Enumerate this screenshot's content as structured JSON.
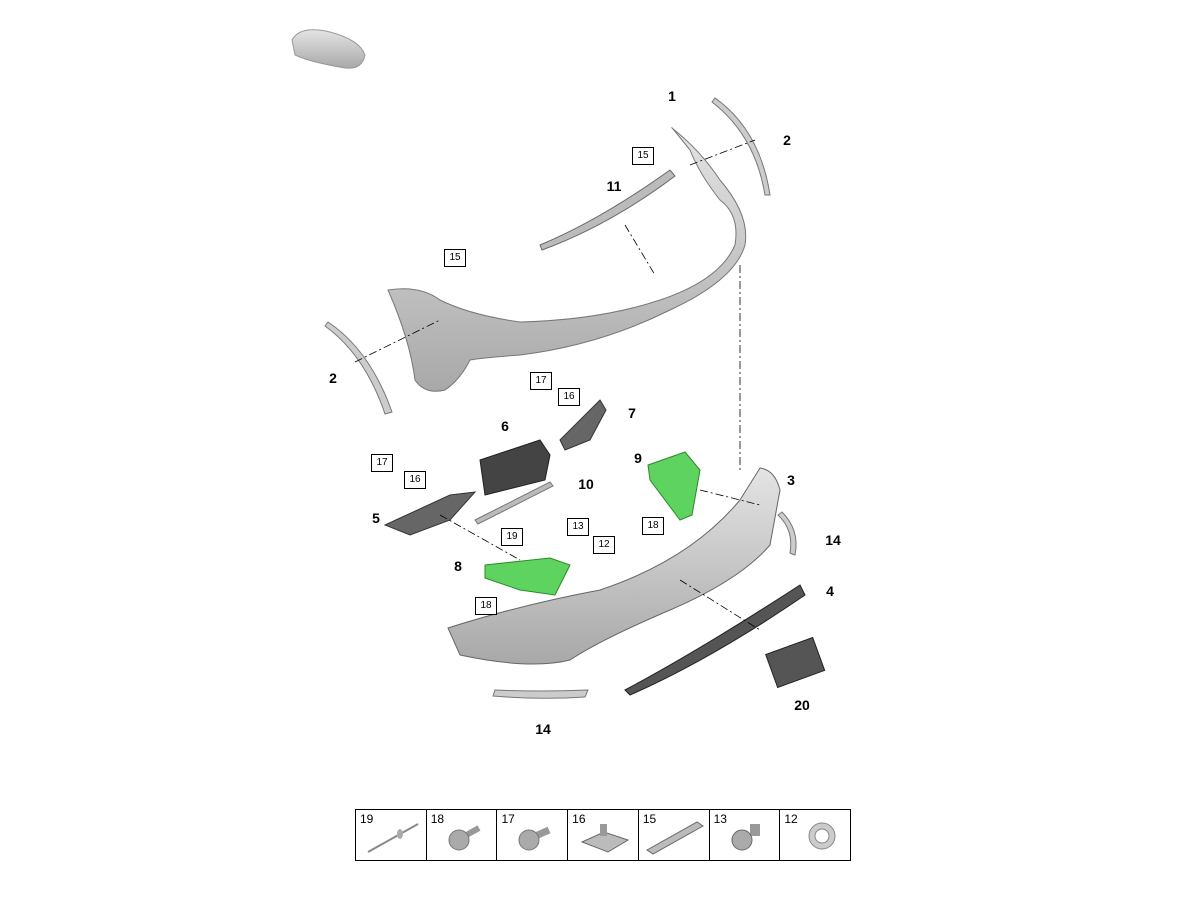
{
  "callouts": [
    "1",
    "2",
    "11",
    "2",
    "6",
    "7",
    "9",
    "3",
    "10",
    "5",
    "14",
    "8",
    "4",
    "20",
    "14"
  ],
  "boxed_refs": [
    "15",
    "15",
    "17",
    "16",
    "17",
    "16",
    "18",
    "13",
    "12",
    "19",
    "18"
  ],
  "legend": [
    {
      "number": "19",
      "part": "rivet"
    },
    {
      "number": "18",
      "part": "screw"
    },
    {
      "number": "17",
      "part": "screw"
    },
    {
      "number": "16",
      "part": "clip-nut"
    },
    {
      "number": "15",
      "part": "guide-rail"
    },
    {
      "number": "13",
      "part": "sensor"
    },
    {
      "number": "12",
      "part": "ring"
    }
  ],
  "colors": {
    "part": "#c8c8c8",
    "highlight": "#5fd35f",
    "grille": "#555555"
  }
}
